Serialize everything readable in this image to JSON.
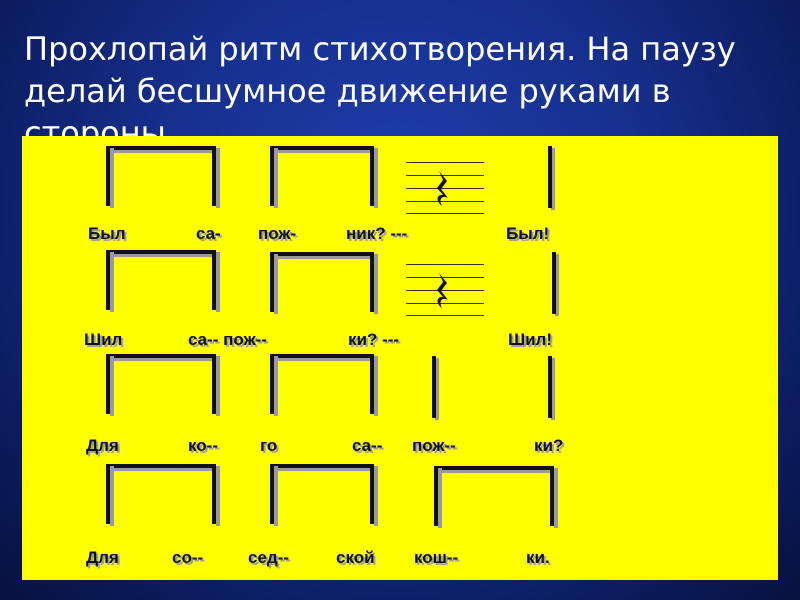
{
  "slide": {
    "title": "Прохлопай ритм стихотворения. На паузу делай бесшумное движение руками в стороны"
  },
  "rows": [
    {
      "syllables": [
        "Был",
        "са-",
        "пож-",
        "ник? ---",
        "Был!"
      ]
    },
    {
      "syllables": [
        "Шил",
        "са-- пож--",
        "ки? ---",
        "Шил!"
      ]
    },
    {
      "syllables": [
        "Для",
        "ко--",
        "го",
        "са--",
        "пож--",
        "ки?"
      ]
    },
    {
      "syllables": [
        "Для",
        "со--",
        "сед--",
        "ской",
        "кош--",
        "ки."
      ]
    }
  ]
}
